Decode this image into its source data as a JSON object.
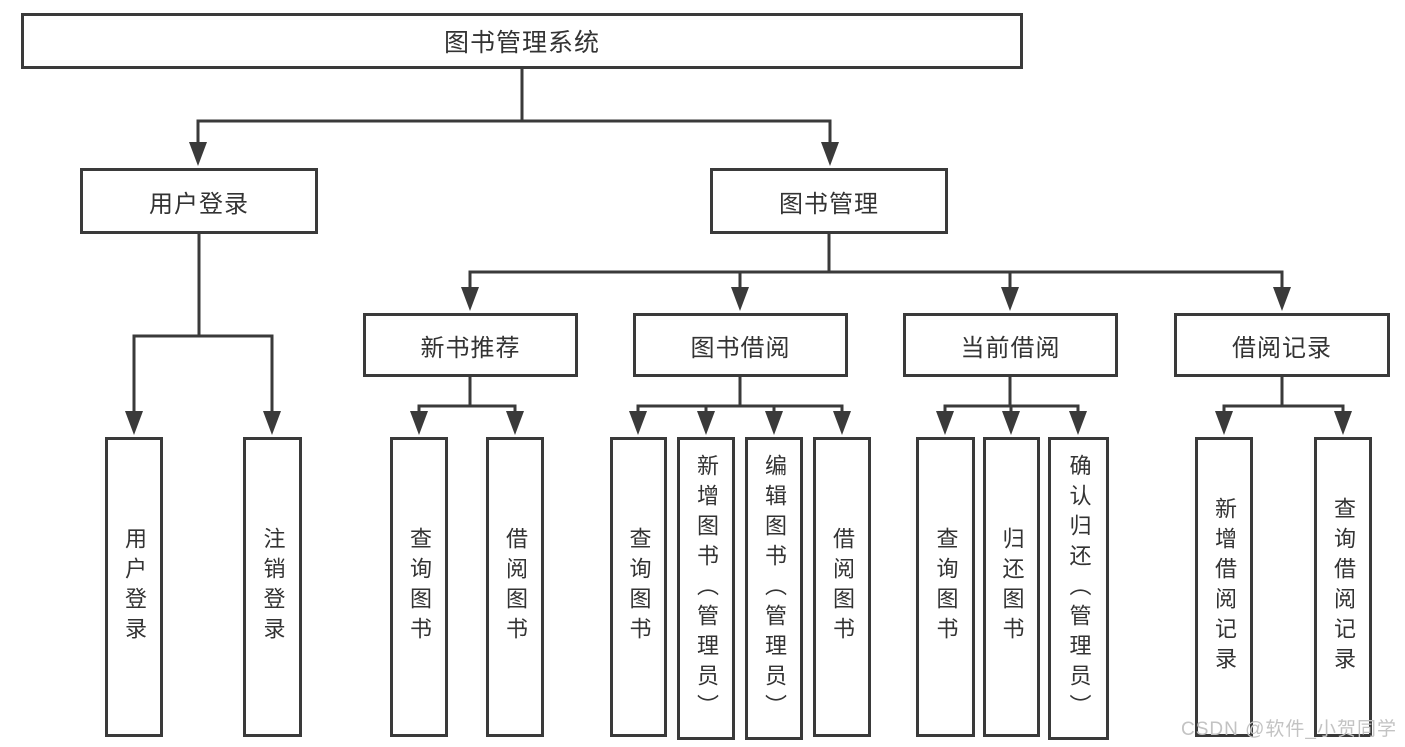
{
  "diagram": {
    "title": "图书管理系统",
    "branches": [
      {
        "label": "用户登录",
        "children": [
          {
            "label": "用户登录"
          },
          {
            "label": "注销登录"
          }
        ]
      },
      {
        "label": "图书管理",
        "children": [
          {
            "label": "新书推荐",
            "children": [
              {
                "label": "查询图书"
              },
              {
                "label": "借阅图书"
              }
            ]
          },
          {
            "label": "图书借阅",
            "children": [
              {
                "label": "查询图书"
              },
              {
                "label": "新增图书（管理员）"
              },
              {
                "label": "编辑图书（管理员）"
              },
              {
                "label": "借阅图书"
              }
            ]
          },
          {
            "label": "当前借阅",
            "children": [
              {
                "label": "查询图书"
              },
              {
                "label": "归还图书"
              },
              {
                "label": "确认归还（管理员）"
              }
            ]
          },
          {
            "label": "借阅记录",
            "children": [
              {
                "label": "新增借阅记录"
              },
              {
                "label": "查询借阅记录"
              }
            ]
          }
        ]
      }
    ]
  },
  "watermark": "CSDN @软件_小贺同学",
  "colors": {
    "line": "#3a3a3a",
    "text": "#333333",
    "background": "#ffffff",
    "watermark": "#c3c3c3"
  }
}
